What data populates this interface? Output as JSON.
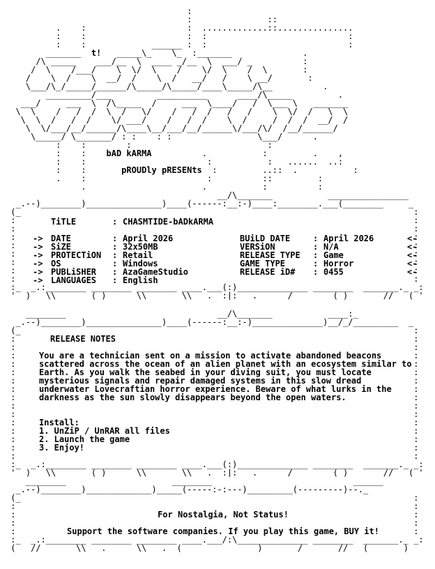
{
  "group": {
    "small_word": "t!",
    "name": "bAD kARMA",
    "presents": "pROUDly pRESENts"
  },
  "release": {
    "title_label": "TiTLE",
    "title_value": "CHASMTIDE-bADkARMA",
    "left": [
      {
        "arrow": "->",
        "label": "DATE",
        "value": "April 2026"
      },
      {
        "arrow": "->",
        "label": "SiZE",
        "value": "32x50MB"
      },
      {
        "arrow": "->",
        "label": "PROTECTiON",
        "value": "Retail"
      },
      {
        "arrow": "->",
        "label": "OS",
        "value": "Windows"
      },
      {
        "arrow": "->",
        "label": "PUBLiSHER",
        "value": "AzaGameStudio"
      },
      {
        "arrow": "->",
        "label": "LANGUAGES",
        "value": "English"
      }
    ],
    "right": [
      {
        "label": "BUiLD DATE",
        "value": "April 2026",
        "arrow": "<-"
      },
      {
        "label": "VERSiON",
        "value": "N/A",
        "arrow": "<-"
      },
      {
        "label": "RELEASE TYPE",
        "value": "Game",
        "arrow": "<-"
      },
      {
        "label": "GAME TYPE",
        "value": "Horror",
        "arrow": "<-"
      },
      {
        "label": "RELEASE iD#",
        "value": "0455",
        "arrow": "<-"
      }
    ]
  },
  "notes": {
    "heading": "RELEASE NOTES",
    "body": "You are a technician sent on a mission to activate abandoned beacons scattered across the ocean of an alien planet with an ecosystem similar to Earth. As you walk the seabed in your diving suit, you must locate mysterious signals and repair damaged systems in this slow dread underwater Lovecraftian horror experience. Beware of what lurks in the darkness as the sun slowly disappears beyond the open waters.",
    "install_heading": "Install:",
    "install_steps": [
      "1. UnZiP / UnRAR all files",
      "2. Launch the game",
      "3. Enjoy!"
    ]
  },
  "footer": {
    "line1": "For Nostalgia, Not Status!",
    "line2": "Support the software companies. If you play this game, BUY it!"
  }
}
